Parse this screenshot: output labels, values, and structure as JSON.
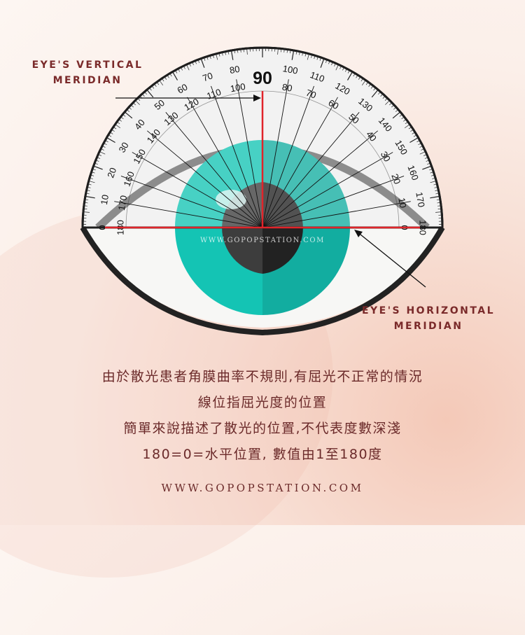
{
  "labels": {
    "vertical_meridian": [
      "EYE'S VERTICAL",
      "MERIDIAN"
    ],
    "horizontal_meridian": [
      "EYE'S HORIZONTAL",
      "MERIDIAN"
    ]
  },
  "protractor": {
    "top_label": "90",
    "outer_scale": [
      "0",
      "10",
      "20",
      "30",
      "40",
      "50",
      "60",
      "70",
      "80",
      "100",
      "110",
      "120",
      "130",
      "140",
      "150",
      "160",
      "170",
      "180"
    ],
    "inner_scale": [
      "180",
      "170",
      "160",
      "150",
      "140",
      "130",
      "120",
      "110",
      "100",
      "80",
      "70",
      "60",
      "50",
      "40",
      "30",
      "20",
      "10",
      "0"
    ]
  },
  "watermark": "WWW.GOPOPSTATION.COM",
  "description": [
    "由於散光患者角膜曲率不規則,有屈光不正常的情況",
    "線位指屈光度的位置",
    "簡單來說描述了散光的位置,不代表度數深淺",
    "180=0=水平位置, 數值由1至180度"
  ],
  "footer": "WWW.GOPOPSTATION.COM",
  "colors": {
    "iris": "#14c4b4",
    "iris_shade": "#12ada0",
    "pupil": "#3a3a3a",
    "meridian_line": "#e0242a",
    "text": "#6b2a2a",
    "label": "#7a2a2a"
  }
}
